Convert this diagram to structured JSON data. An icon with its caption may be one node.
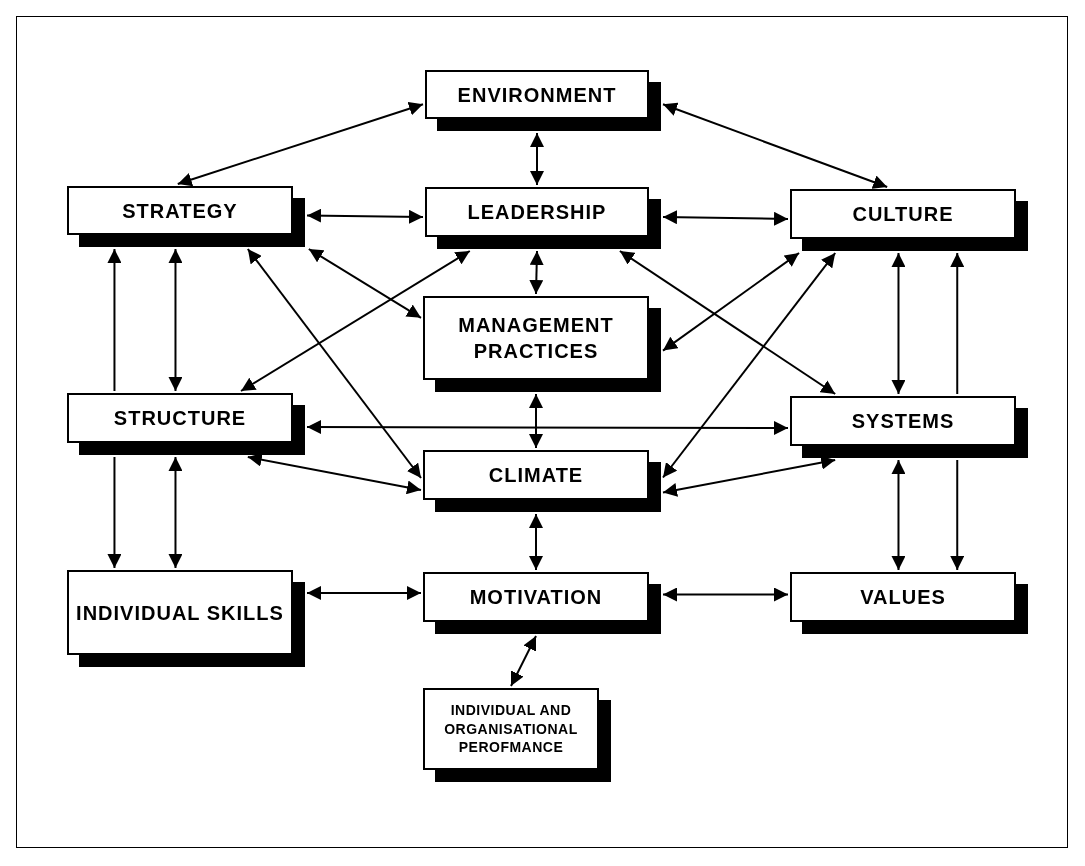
{
  "diagram": {
    "nodes": [
      {
        "text": [
          "ENVIRONMENT"
        ]
      },
      {
        "text": [
          "STRATEGY"
        ]
      },
      {
        "text": [
          "LEADERSHIP"
        ]
      },
      {
        "text": [
          "CULTURE"
        ]
      },
      {
        "text": [
          "MANAGEMENT PRACTICES"
        ]
      },
      {
        "text": [
          "STRUCTURE"
        ]
      },
      {
        "text": [
          "SYSTEMS"
        ]
      },
      {
        "text": [
          "CLIMATE"
        ]
      },
      {
        "text": [
          "INDIVIDUAL SKILLS"
        ]
      },
      {
        "text": [
          "MOTIVATION"
        ]
      },
      {
        "text": [
          "VALUES"
        ]
      },
      {
        "text": [
          "INDIVIDUAL AND ORGANISATIONAL PEROFMANCE"
        ]
      }
    ],
    "edges": [
      {
        "from": 0,
        "to": 1,
        "arrow": "both"
      },
      {
        "from": 0,
        "to": 3,
        "arrow": "both"
      },
      {
        "from": 0,
        "to": 2,
        "arrow": "both"
      },
      {
        "from": 1,
        "to": 2,
        "arrow": "both"
      },
      {
        "from": 2,
        "to": 3,
        "arrow": "both"
      },
      {
        "from": 2,
        "to": 4,
        "arrow": "both"
      },
      {
        "from": 1,
        "to": 4,
        "arrow": "both"
      },
      {
        "from": 1,
        "to": 7,
        "arrow": "both"
      },
      {
        "from": 2,
        "to": 5,
        "arrow": "both"
      },
      {
        "from": 2,
        "to": 6,
        "arrow": "both"
      },
      {
        "from": 3,
        "to": 4,
        "arrow": "both"
      },
      {
        "from": 3,
        "to": 7,
        "arrow": "both"
      },
      {
        "from": 5,
        "to": 1,
        "arrow": "to"
      },
      {
        "from": 1,
        "to": 5,
        "arrow": "both"
      },
      {
        "from": 3,
        "to": 6,
        "arrow": "both"
      },
      {
        "from": 6,
        "to": 3,
        "arrow": "to"
      },
      {
        "from": 5,
        "to": 6,
        "arrow": "both"
      },
      {
        "from": 4,
        "to": 7,
        "arrow": "both"
      },
      {
        "from": 5,
        "to": 7,
        "arrow": "both"
      },
      {
        "from": 7,
        "to": 6,
        "arrow": "both"
      },
      {
        "from": 5,
        "to": 8,
        "arrow": "to"
      },
      {
        "from": 5,
        "to": 8,
        "arrow": "both"
      },
      {
        "from": 7,
        "to": 9,
        "arrow": "both"
      },
      {
        "from": 8,
        "to": 9,
        "arrow": "both"
      },
      {
        "from": 9,
        "to": 10,
        "arrow": "both"
      },
      {
        "from": 6,
        "to": 10,
        "arrow": "both"
      },
      {
        "from": 6,
        "to": 10,
        "arrow": "to"
      },
      {
        "from": 9,
        "to": 11,
        "arrow": "both"
      }
    ]
  }
}
